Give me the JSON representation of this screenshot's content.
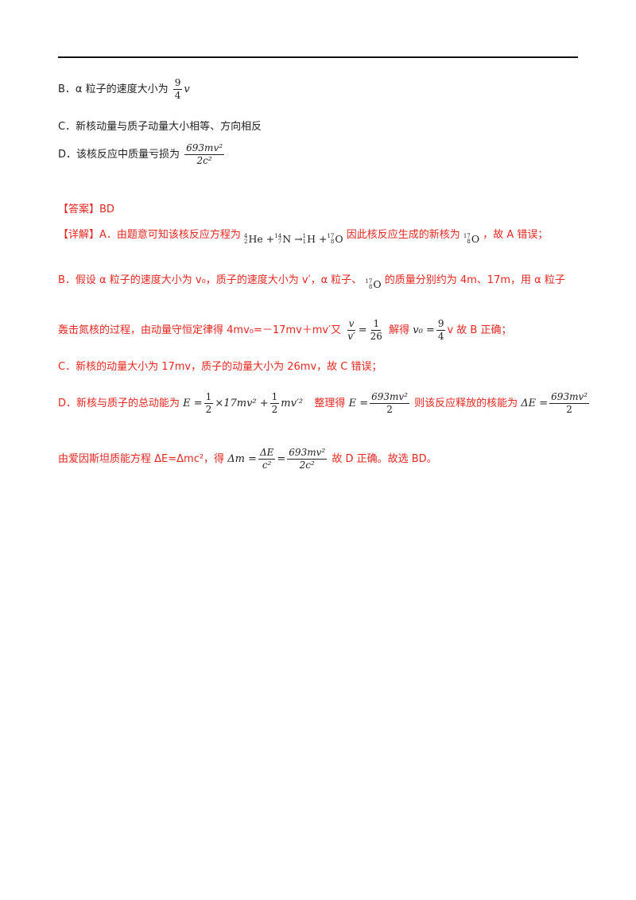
{
  "options": {
    "B_label": "B．α 粒子的速度大小为",
    "B_frac_num": "9",
    "B_frac_den": "4",
    "B_var": "v",
    "C_text": "C．新核动量与质子动量大小相等、方向相反",
    "D_label": "D．该核反应中质量亏损为",
    "D_frac_num": "693mv²",
    "D_frac_den": "2c²"
  },
  "answer": {
    "label": "【答案】BD"
  },
  "detail": {
    "A_prefix": "【详解】A．由题意可知该核反应方程为",
    "A_eq_he_mass": "4",
    "A_eq_he_z": "2",
    "A_eq_he": "He",
    "A_eq_n_mass": "14",
    "A_eq_n_z": "7",
    "A_eq_n": "N",
    "A_eq_h_mass": "1",
    "A_eq_h_z": "1",
    "A_eq_h": "H",
    "A_eq_o_mass": "17",
    "A_eq_o_z": "8",
    "A_eq_o": "O",
    "A_mid": "因此核反应生成的新核为",
    "A_suffix": "，故 A 错误；",
    "B_line1a": "B．假设 α 粒子的速度大小为 v₀，质子的速度大小为 v′，α 粒子、",
    "B_line1b": "的质量分别约为 4m、17m，用 α 粒子",
    "B_line2a": "轰击氮核的过程，由动量守恒定律得 4mv₀=－17mv＋mv′又",
    "B_frac1_num": "v",
    "B_frac1_den": "v′",
    "B_frac2_num": "1",
    "B_frac2_den": "26",
    "B_line2b": "解得",
    "B_v0": "v₀ =",
    "B_frac3_num": "9",
    "B_frac3_den": "4",
    "B_line2c": "v 故 B 正确；",
    "C_text": "C．新核的动量大小为 17mv，质子的动量大小为 26mv，故 C 错误；",
    "D_prefix": "D．新核与质子的总动能为",
    "D_E1": "E =",
    "D_half": "1",
    "D_half_den": "2",
    "D_term1": "×17mv² +",
    "D_term2": "mv′²",
    "D_mid": "整理得",
    "D_E2": "E =",
    "D_frac_num": "693mv²",
    "D_frac_den": "2",
    "D_release": "则该反应释放的核能为",
    "D_dE": "ΔE =",
    "E_prefix": "由爱因斯坦质能方程 ΔE=Δmc²，得",
    "E_dm": "Δm =",
    "E_f1_num": "ΔE",
    "E_f1_den": "c²",
    "E_eq": "=",
    "E_f2_num": "693mv²",
    "E_f2_den": "2c²",
    "E_suffix": "故 D 正确。故选 BD。"
  }
}
